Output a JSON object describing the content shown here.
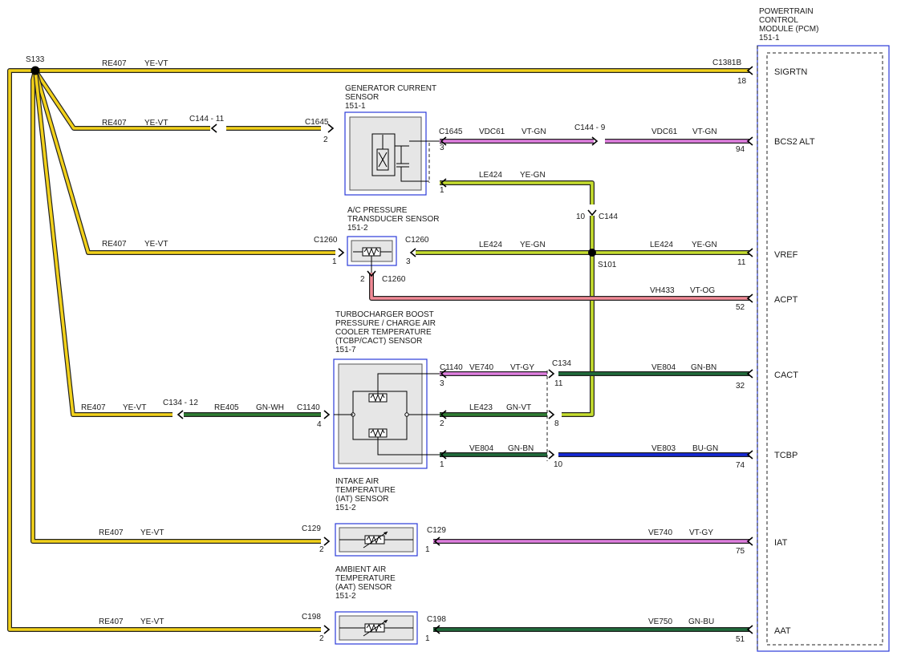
{
  "splices": {
    "s133": "S133",
    "s101": "S101"
  },
  "pcm": {
    "title": [
      "POWERTRAIN",
      "CONTROL",
      "MODULE (PCM)",
      "151-1"
    ],
    "connector": "C1381B",
    "pins": [
      {
        "name": "SIGRTN",
        "pin": "18"
      },
      {
        "name": "BCS2 ALT",
        "pin": "94"
      },
      {
        "name": "VREF",
        "pin": "11"
      },
      {
        "name": "ACPT",
        "pin": "52"
      },
      {
        "name": "CACT",
        "pin": "32"
      },
      {
        "name": "TCBP",
        "pin": "74"
      },
      {
        "name": "IAT",
        "pin": "75"
      },
      {
        "name": "AAT",
        "pin": "51"
      }
    ]
  },
  "components": {
    "gen": {
      "title": [
        "GENERATOR CURRENT",
        "SENSOR",
        "151-1"
      ],
      "icon": "generator-current-sensor-icon"
    },
    "ac": {
      "title": [
        "A/C PRESSURE",
        "TRANSDUCER SENSOR",
        "151-2"
      ],
      "icon": "pressure-transducer-icon"
    },
    "tcbp": {
      "title": [
        "TURBOCHARGER BOOST",
        "PRESSURE / CHARGE AIR",
        "COOLER TEMPERATURE",
        "(TCBP/CACT) SENSOR",
        "151-7"
      ],
      "icon": "dual-thermistor-icon"
    },
    "iat": {
      "title": [
        "INTAKE AIR",
        "TEMPERATURE",
        "(IAT) SENSOR",
        "151-2"
      ],
      "icon": "thermistor-icon"
    },
    "aat": {
      "title": [
        "AMBIENT AIR",
        "TEMPERATURE",
        "(AAT) SENSOR",
        "151-2"
      ],
      "icon": "thermistor-icon"
    }
  },
  "wire_labels": {
    "w1_circuit": "RE407",
    "w1_color": "YE-VT",
    "w2_circuit": "RE407",
    "w2_color": "YE-VT",
    "w3_circuit": "VDC61",
    "w3_color": "VT-GN",
    "w4_circuit": "VDC61",
    "w4_color": "VT-GN",
    "w5_circuit": "LE424",
    "w5_color": "YE-GN",
    "w6_circuit": "RE407",
    "w6_color": "YE-VT",
    "w7_circuit": "LE424",
    "w7_color": "YE-GN",
    "w8_circuit": "LE424",
    "w8_color": "YE-GN",
    "w9_circuit": "VH433",
    "w9_color": "VT-OG",
    "w10_circuit": "VE740",
    "w10_color": "VT-GY",
    "w11_circuit": "VE804",
    "w11_color": "GN-BN",
    "w12_circuit": "RE407",
    "w12_color": "YE-VT",
    "w13_circuit": "RE405",
    "w13_color": "GN-WH",
    "w14_circuit": "LE423",
    "w14_color": "GN-VT",
    "w15_circuit": "VE804",
    "w15_color": "GN-BN",
    "w16_circuit": "VE803",
    "w16_color": "BU-GN",
    "w17_circuit": "RE407",
    "w17_color": "YE-VT",
    "w18_circuit": "VE740",
    "w18_color": "VT-GY",
    "w19_circuit": "RE407",
    "w19_color": "YE-VT",
    "w20_circuit": "VE750",
    "w20_color": "GN-BU"
  },
  "connectors": {
    "c144_11": "C144 - 11",
    "c1645_l": "C1645",
    "c1645_l_pin": "2",
    "c1645_r": "C1645",
    "c1645_r_pin3": "3",
    "c1645_r_pin1": "1",
    "c144_9": "C144 - 9",
    "c144_pin": "10",
    "c144": "C144",
    "c1260_l": "C1260",
    "c1260_l_pin": "1",
    "c1260_r": "C1260",
    "c1260_r_pin": "3",
    "c1260_b_pin": "2",
    "c1260_b": "C1260",
    "c134_12": "C134 - 12",
    "c1140_l": "C1140",
    "c1140_l_pin": "4",
    "c1140_r": "C1140",
    "c1140_r_pin3": "3",
    "c1140_r_pin2": "2",
    "c1140_r_pin1": "1",
    "c134": "C134",
    "c134_pin11": "11",
    "c134_pin8": "8",
    "c134_pin10": "10",
    "c129_l": "C129",
    "c129_l_pin": "2",
    "c129_r": "C129",
    "c129_r_pin": "1",
    "c198_l": "C198",
    "c198_l_pin": "2",
    "c198_r": "C198",
    "c198_r_pin": "1"
  },
  "wire_colors": {
    "yellow": "#f2d11a",
    "violet": "#e07fe0",
    "yellow_green": "#c6de2e",
    "pink": "#f28a96",
    "green": "#2e7d32",
    "dark_green": "#1f6b3a",
    "blue": "#1428d8"
  }
}
